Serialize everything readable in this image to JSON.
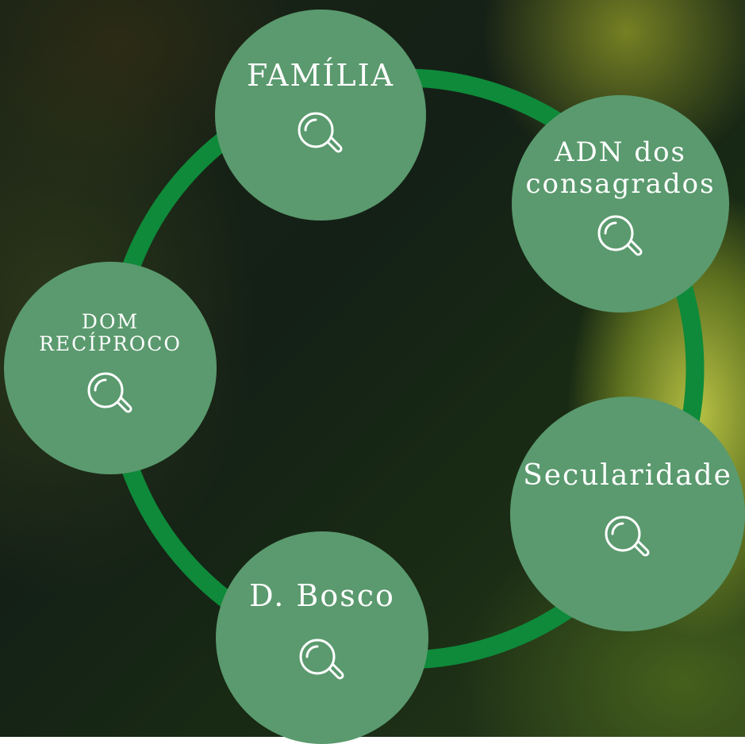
{
  "diagram": {
    "ring_color": "#0e8a3a",
    "node_color": "#5a9a6e",
    "text_color": "#ffffff",
    "nodes": [
      {
        "label": "FAMÍLIA",
        "icon": "search-icon"
      },
      {
        "label": "ADN dos\nconsagrados",
        "icon": "search-icon"
      },
      {
        "label": "DOM\nRECÍPROCO",
        "icon": "search-icon"
      },
      {
        "label": "Secularidade",
        "icon": "search-icon"
      },
      {
        "label": "D. Bosco",
        "icon": "search-icon"
      }
    ]
  }
}
